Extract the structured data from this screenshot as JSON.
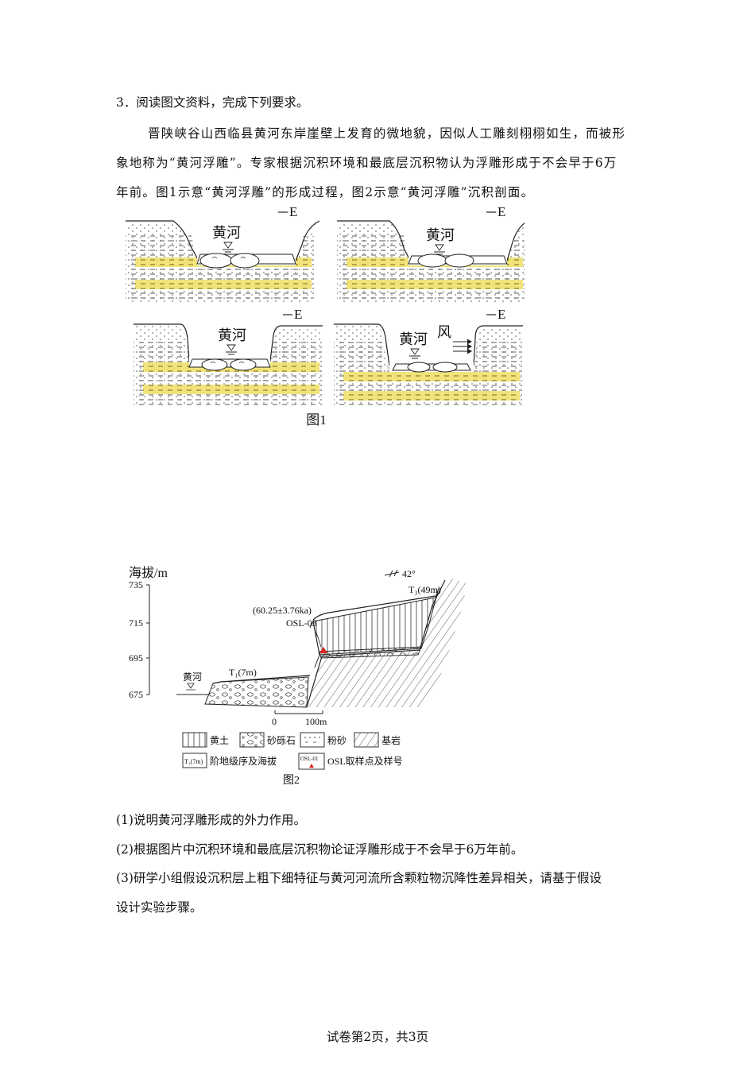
{
  "question": {
    "heading": "3．阅读图文资料，完成下列要求。",
    "paragraph_lines": [
      "晋陕峡谷山西临县黄河东岸崖壁上发育的微地貌，因似人工雕刻栩栩如生，而被形",
      "象地称为“黄河浮雕”。专家根据沉积环境和最底层沉积物认为浮雕形成于不会早于6万",
      "年前。图1示意“黄河浮雕”的形成过程，图2示意“黄河浮雕”沉积剖面。"
    ],
    "sub_questions": [
      "(1)说明黄河浮雕形成的外力作用。",
      "(2)根据图片中沉积环境和最底层沉积物论证浮雕形成于不会早于6万年前。",
      "(3)研学小组假设沉积层上粗下细特征与黄河河流所含颗粒物沉降性差异相关，请基于假设",
      "设计实验步骤。"
    ]
  },
  "figure1": {
    "caption": "图1",
    "river_label": "黄河",
    "direction_label": "E",
    "wind_label": "风",
    "layer_color": "#f1e37a"
  },
  "figure2": {
    "caption": "图2",
    "y_axis_label": "海拔/m",
    "y_ticks": [
      "735",
      "715",
      "695",
      "675"
    ],
    "river_label": "黄河",
    "terrace_t1": "T₁(7m)",
    "terrace_t3": "T₃(49m)",
    "dip_label": "42°",
    "age_label": "(60.25±3.76ka)",
    "sample_label": "OSL-03",
    "scale_zero": "0",
    "scale_end": "100m",
    "legend": {
      "loess": "黄土",
      "gravel": "砂砾石",
      "silt": "粉砂",
      "bedrock": "基岩",
      "terrace_box": "T₁(7m)",
      "terrace_text": "阶地级序及海拔",
      "osl_box": "OSL-01",
      "osl_text": "OSL取样点及样号"
    }
  },
  "footer": {
    "text": "试卷第2页，共3页"
  }
}
